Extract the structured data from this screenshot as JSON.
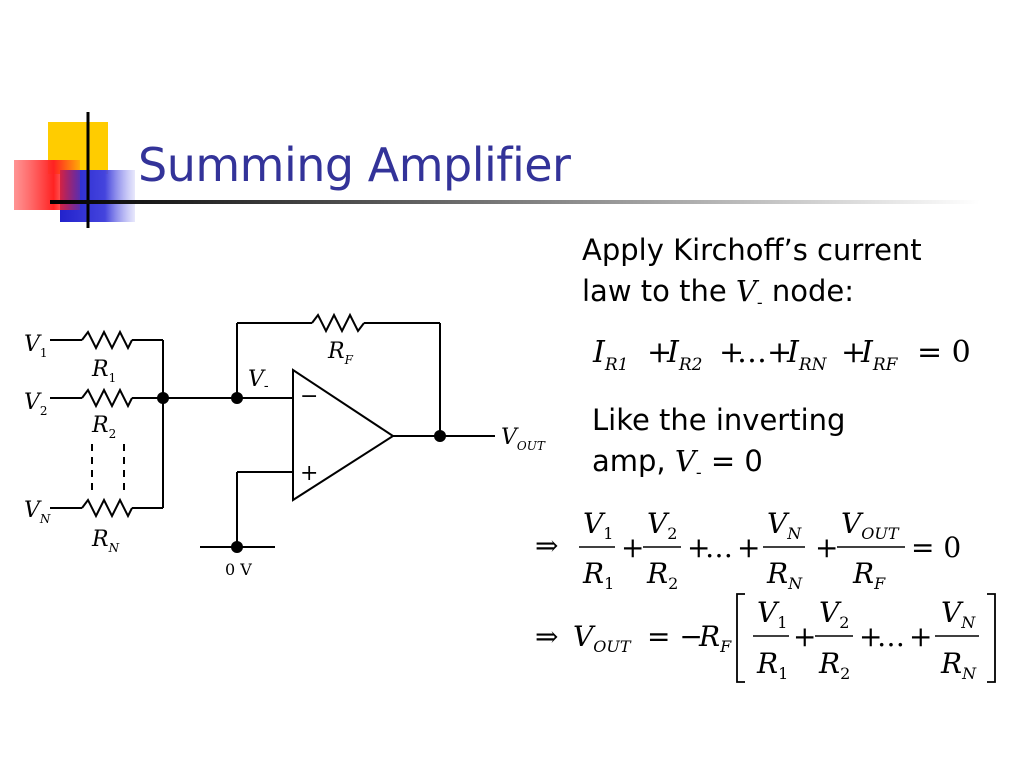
{
  "slide": {
    "title": "Summing Amplifier",
    "accent_colors": {
      "title": "#333399",
      "yellow": "#ffcc00",
      "red": "#ff3333",
      "blue": "#3333cc"
    }
  },
  "text_block_1": {
    "line1": "Apply Kirchoff’s current",
    "line2_prefix": "law to the ",
    "var": "V",
    "sub": "-",
    "line2_suffix": " node:"
  },
  "text_block_2": {
    "line1": "Like the inverting",
    "line2_prefix": "amp, ",
    "var": "V",
    "sub": "-",
    "line2_suffix": " = 0"
  },
  "circuit": {
    "inputs": [
      {
        "v": "V",
        "v_sub": "1",
        "r": "R",
        "r_sub": "1"
      },
      {
        "v": "V",
        "v_sub": "2",
        "r": "R",
        "r_sub": "2"
      },
      {
        "v": "V",
        "v_sub": "N",
        "r": "R",
        "r_sub": "N"
      }
    ],
    "feedback_r": "R",
    "feedback_r_sub": "F",
    "node_label": "V",
    "node_label_sub": "-",
    "minus_sign": "−",
    "plus_sign": "+",
    "output_label": "V",
    "output_label_sub": "OUT",
    "ground_label": "0 V"
  },
  "equations": {
    "kcl": {
      "terms": [
        {
          "base": "I",
          "sub": "R1"
        },
        {
          "base": "I",
          "sub": "R2"
        },
        {
          "base": "…",
          "sub": ""
        },
        {
          "base": "I",
          "sub": "RN"
        },
        {
          "base": "I",
          "sub": "RF"
        }
      ],
      "rhs": "= 0"
    },
    "sum": {
      "implies": "⇒",
      "fractions": [
        {
          "num": "V",
          "num_sub": "1",
          "den": "R",
          "den_sub": "1"
        },
        {
          "num": "V",
          "num_sub": "2",
          "den": "R",
          "den_sub": "2"
        },
        {
          "num": "V",
          "num_sub": "N",
          "den": "R",
          "den_sub": "N"
        },
        {
          "num": "V",
          "num_sub": "OUT",
          "den": "R",
          "den_sub": "F"
        }
      ],
      "ellipsis": "…",
      "rhs": "= 0"
    },
    "result": {
      "implies": "⇒",
      "lhs": "V",
      "lhs_sub": "OUT",
      "equals": "= −",
      "coef": "R",
      "coef_sub": "F",
      "fractions": [
        {
          "num": "V",
          "num_sub": "1",
          "den": "R",
          "den_sub": "1"
        },
        {
          "num": "V",
          "num_sub": "2",
          "den": "R",
          "den_sub": "2"
        },
        {
          "num": "V",
          "num_sub": "N",
          "den": "R",
          "den_sub": "N"
        }
      ],
      "ellipsis": "…"
    }
  }
}
